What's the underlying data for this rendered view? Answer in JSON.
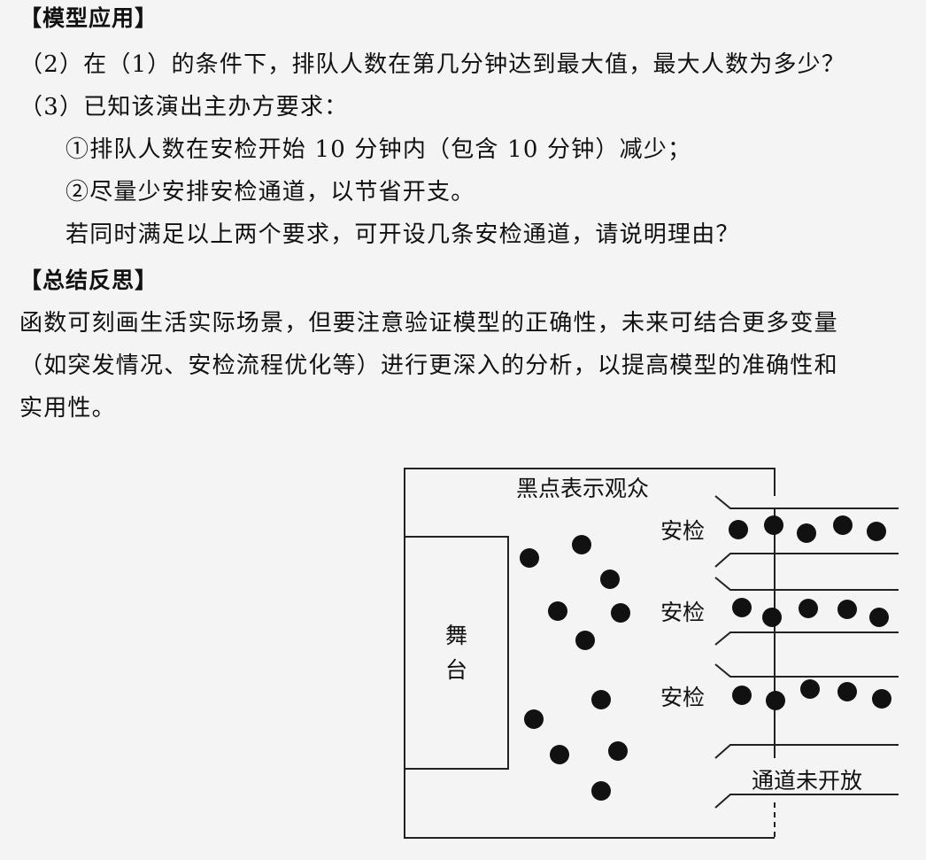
{
  "section_model": {
    "heading": "【模型应用】",
    "q2": "（2）在（1）的条件下，排队人数在第几分钟达到最大值，最大人数为多少？",
    "q3_intro": "（3）已知该演出主办方要求：",
    "req1": "①排队人数在安检开始 10 分钟内（包含 10 分钟）减少；",
    "req2": "②尽量少安排安检通道，以节省开支。",
    "q3_question": "若同时满足以上两个要求，可开设几条安检通道，请说明理由？"
  },
  "section_summary": {
    "heading": "【总结反思】",
    "para_line1": "函数可刻画生活实际场景，但要注意验证模型的正确性，未来可结合更多变量",
    "para_line2": "（如突发情况、安检流程优化等）进行更深入的分析，以提高模型的准确性和",
    "para_line3": "实用性。"
  },
  "diagram": {
    "legend": "黑点表示观众",
    "stage_char1": "舞",
    "stage_char2": "台",
    "checkpoint_1": "安检",
    "checkpoint_2": "安检",
    "checkpoint_3": "安检",
    "closed_channel": "通道未开放"
  }
}
